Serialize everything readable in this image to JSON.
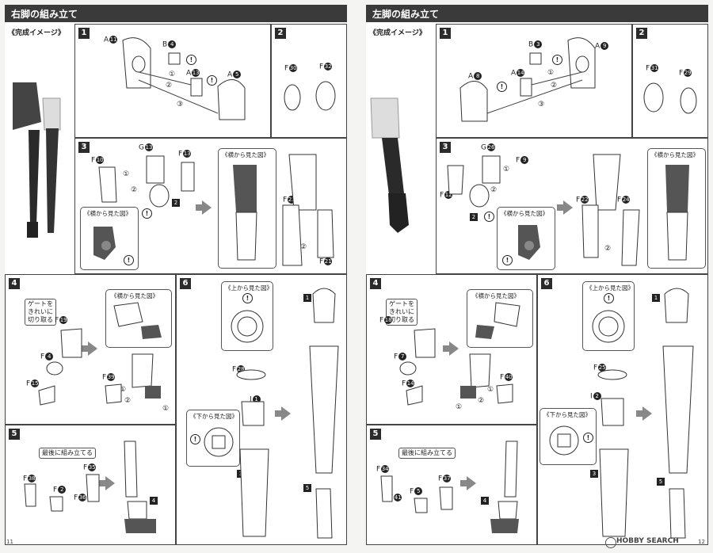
{
  "left": {
    "title": "右脚の組み立て",
    "page_number": "11",
    "preview_label": "《完成イメージ》",
    "step1": {
      "num": "1",
      "parts": {
        "a11": "A",
        "a11n": "11",
        "b4": "B",
        "b4n": "4",
        "a13": "A",
        "a13n": "13",
        "a5": "A",
        "a5n": "5"
      },
      "steps": [
        "①",
        "②",
        "③"
      ]
    },
    "step2": {
      "num": "2",
      "parts": {
        "f30": "F",
        "f30n": "30",
        "f32": "F",
        "f32n": "32"
      }
    },
    "step3": {
      "num": "3",
      "parts": {
        "f10": "F",
        "f10n": "10",
        "g13": "G",
        "g13n": "13",
        "f13": "F",
        "f13n": "13",
        "f23": "F",
        "f23n": "23",
        "f21": "F",
        "f21n": "21"
      },
      "side_view": "《横から見た図》",
      "side_view2": "《横から見た図》",
      "sub": "2",
      "steps": [
        "①",
        "②",
        "①",
        "②"
      ]
    },
    "step4": {
      "num": "4",
      "gate_note": "ゲートを\nきれいに\n切り取る",
      "parts": {
        "f19": "F",
        "f19n": "19",
        "f4": "F",
        "f4n": "4",
        "f15": "F",
        "f15n": "15",
        "f39": "F",
        "f39n": "39"
      },
      "side_view": "《横から見た図》",
      "steps": [
        "①",
        "②",
        "①"
      ]
    },
    "step5": {
      "num": "5",
      "last_note": "最後に組み立てる",
      "parts": {
        "f35": "F",
        "f35n": "35",
        "f38": "F",
        "f38n": "38",
        "f2": "F",
        "f2n": "2",
        "f36": "F",
        "f36n": "36"
      },
      "sub": "4"
    },
    "step6": {
      "num": "6",
      "top_view": "《上から見た図》",
      "bottom_view": "《下から見た図》",
      "parts": {
        "f28": "F",
        "f28n": "28",
        "i1": "I",
        "i1n": "1"
      },
      "subs": [
        "1",
        "3",
        "5"
      ]
    }
  },
  "right": {
    "title": "左脚の組み立て",
    "page_number": "12",
    "preview_label": "《完成イメージ》",
    "step1": {
      "num": "1",
      "parts": {
        "a8": "A",
        "a8n": "8",
        "b3": "B",
        "b3n": "3",
        "a14": "A",
        "a14n": "14",
        "a9": "A",
        "a9n": "9"
      },
      "steps": [
        "①",
        "②",
        "③"
      ]
    },
    "step2": {
      "num": "2",
      "parts": {
        "f31": "F",
        "f31n": "31",
        "f29": "F",
        "f29n": "29"
      }
    },
    "step3": {
      "num": "3",
      "parts": {
        "g26": "G",
        "g26n": "26",
        "f9": "F",
        "f9n": "9",
        "f12": "F",
        "f12n": "12",
        "f22": "F",
        "f22n": "22",
        "f24": "F",
        "f24n": "24"
      },
      "side_view": "《横から見た図》",
      "side_view2": "《横から見た図》",
      "sub": "2",
      "steps": [
        "①",
        "②",
        "①",
        "②"
      ]
    },
    "step4": {
      "num": "4",
      "gate_note": "ゲートを\nきれいに\n切り取る",
      "parts": {
        "f18": "F",
        "f18n": "18",
        "f7": "F",
        "f7n": "7",
        "f14": "F",
        "f14n": "14",
        "f40": "F",
        "f40n": "40"
      },
      "side_view": "《横から見た図》",
      "steps": [
        "①",
        "②",
        "①"
      ]
    },
    "step5": {
      "num": "5",
      "last_note": "最後に組み立てる",
      "parts": {
        "f34": "F",
        "f34n": "34",
        "f37": "F",
        "f37n": "37",
        "f41": "F",
        "f41n": "41",
        "f5": "F",
        "f5n": "5"
      },
      "sub": "4"
    },
    "step6": {
      "num": "6",
      "top_view": "《上から見た図》",
      "bottom_view": "《下から見た図》",
      "parts": {
        "f25": "F",
        "f25n": "25",
        "i2": "I",
        "i2n": "2"
      },
      "subs": [
        "1",
        "3",
        "5"
      ]
    }
  },
  "watermark": "HOBBY SEARCH",
  "colors": {
    "bar": "#3a3a3a",
    "dark_part": "#555555",
    "line": "#444444"
  }
}
